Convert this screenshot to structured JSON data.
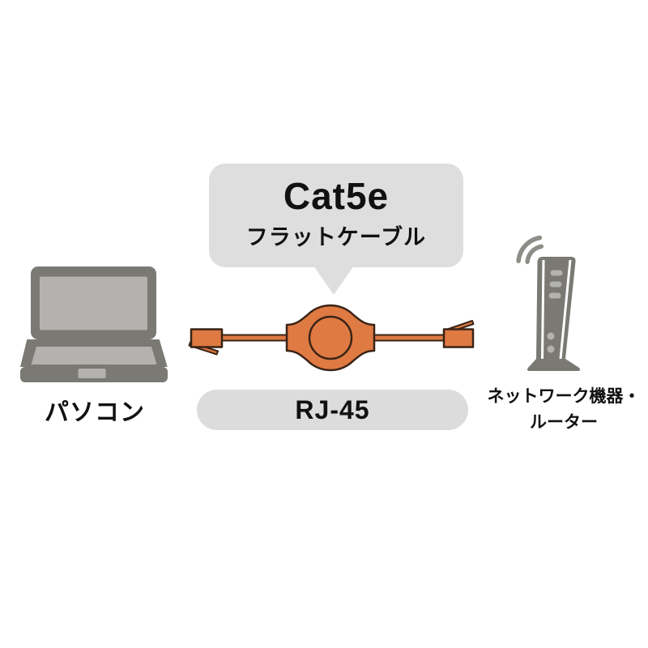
{
  "bubble": {
    "title": "Cat5e",
    "subtitle": "フラットケーブル"
  },
  "left_device": {
    "label": "パソコン",
    "icon": "laptop-icon"
  },
  "cable": {
    "icon": "retractable-flat-cable-icon",
    "connector_icon_left": "rj45-connector-icon",
    "connector_icon_right": "rj45-connector-icon",
    "badge_label": "RJ-45"
  },
  "right_device": {
    "label_line1": "ネットワーク機器・",
    "label_line2": "ルーター",
    "icon": "router-icon",
    "signal_icon": "wifi-signal-icon"
  },
  "colors": {
    "background": "#ffffff",
    "orange": "#df7a43",
    "outline": "#3a2315",
    "device_gray": "#7a7974",
    "device_light": "#b3b2ae",
    "wifi_gray": "#8e8e89",
    "bubble_gray": "#dedede",
    "badge_gray": "#dcdcdc",
    "text": "#111111"
  }
}
